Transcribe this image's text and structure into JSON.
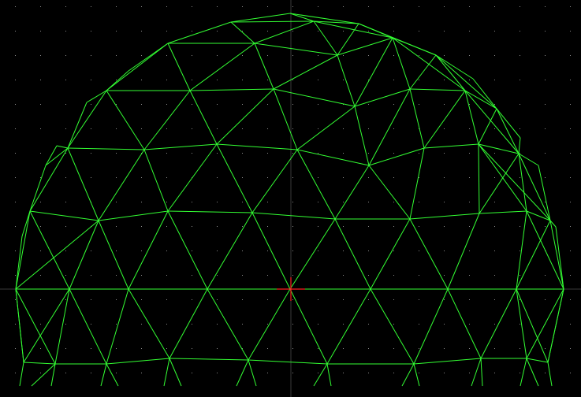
{
  "viewport": {
    "view": "front",
    "background_color": "#000000",
    "grid_dot_color": "#8c8c8c",
    "axis_line_color": "#3a3a3a",
    "origin_marker_color": "#ff2020",
    "wireframe_color": "#33ff33"
  },
  "model": {
    "name": "geodesic-dome",
    "rendering": "wireframe"
  }
}
